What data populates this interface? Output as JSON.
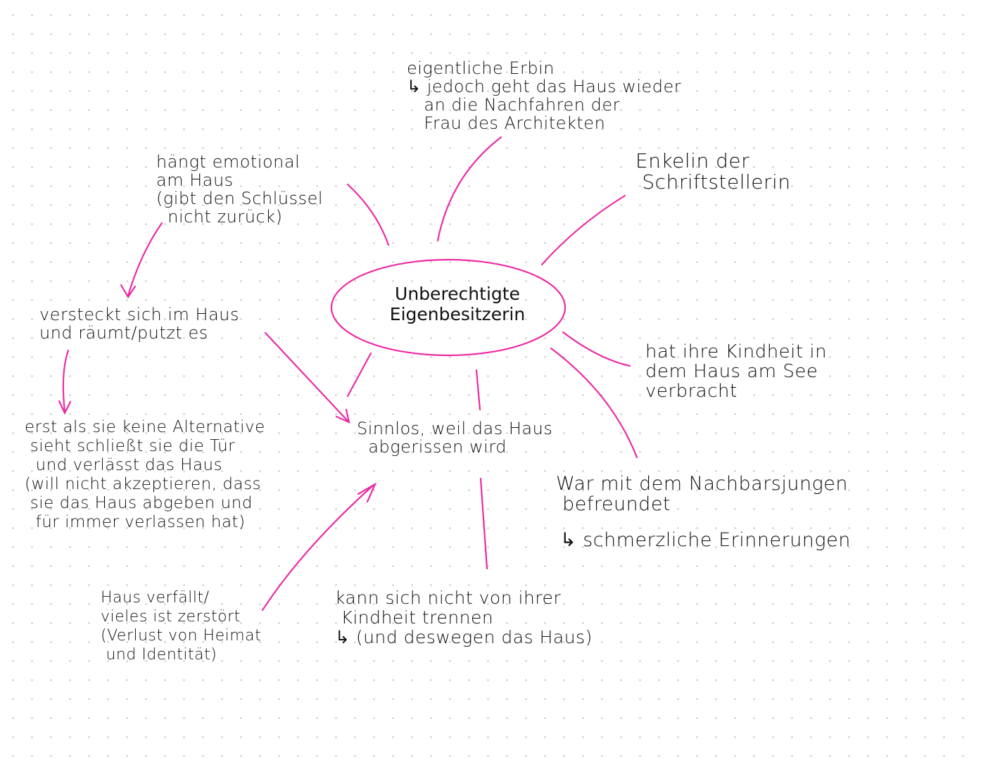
{
  "colors": {
    "accent": "#ec2ba3",
    "ink": "#111111",
    "grid_dot": "#d4d4d4"
  },
  "center": {
    "line1": "Unberechtigte",
    "line2": "Eigenbesitzerin"
  },
  "nodes": {
    "top": "eigentliche Erbin\n↳ jedoch geht das Haus wieder\n   an die Nachfahren der\n   Frau des Architekten",
    "enkelin": "Enkelin der\n Schriftstellerin",
    "haengt": "hängt emotional\nam Haus\n(gibt den Schlüssel\n  nicht zurück)",
    "versteckt": "versteckt sich im Haus\nund räumt/putzt es",
    "kindheit": "hat ihre Kindheit in\ndem Haus am See\nverbracht",
    "sinnlos": "Sinnlos, weil das Haus\n  abgerissen wird",
    "erst": "erst als sie keine Alternative\n sieht schließt sie die Tür\n  und verlässt das Haus\n(will nicht akzeptieren, dass\n sie das Haus abgeben und\n  für immer verlassen hat)",
    "nachbar": "War mit dem Nachbarsjungen\n befreundet",
    "nachbar_sub": "↳ schmerzliche Erinnerungen",
    "verfaellt": "Haus verfällt/\nvieles ist zerstört\n(Verlust von Heimat\n und Identität)",
    "trennen": "kann sich nicht von ihrer\n Kindheit trennen\n↳ (und deswegen das Haus)"
  }
}
